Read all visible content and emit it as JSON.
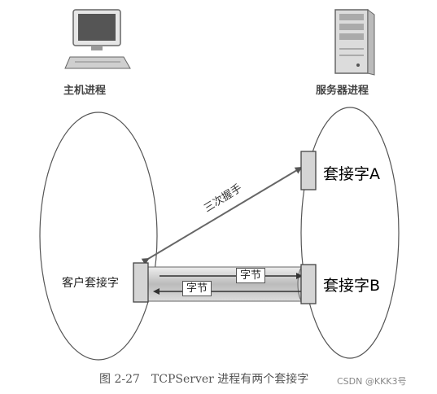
{
  "labels": {
    "host_process": "主机进程",
    "server_process": "服务器进程",
    "client_socket": "客户套接字",
    "socket_a": "套接字A",
    "socket_b": "套接字B",
    "three_way_handshake": "三次握手",
    "bytes_to_server": "字节",
    "bytes_to_client": "字节"
  },
  "caption": "图 2-27　TCPServer 进程有两个套接字",
  "watermark": "CSDN @KKK3号",
  "icons": {
    "host": "desktop-computer-icon",
    "server": "server-tower-icon"
  },
  "colors": {
    "line": "#555555",
    "socket_fill": "#d9d9d9",
    "pipe_fill": "#cfcfcf"
  }
}
